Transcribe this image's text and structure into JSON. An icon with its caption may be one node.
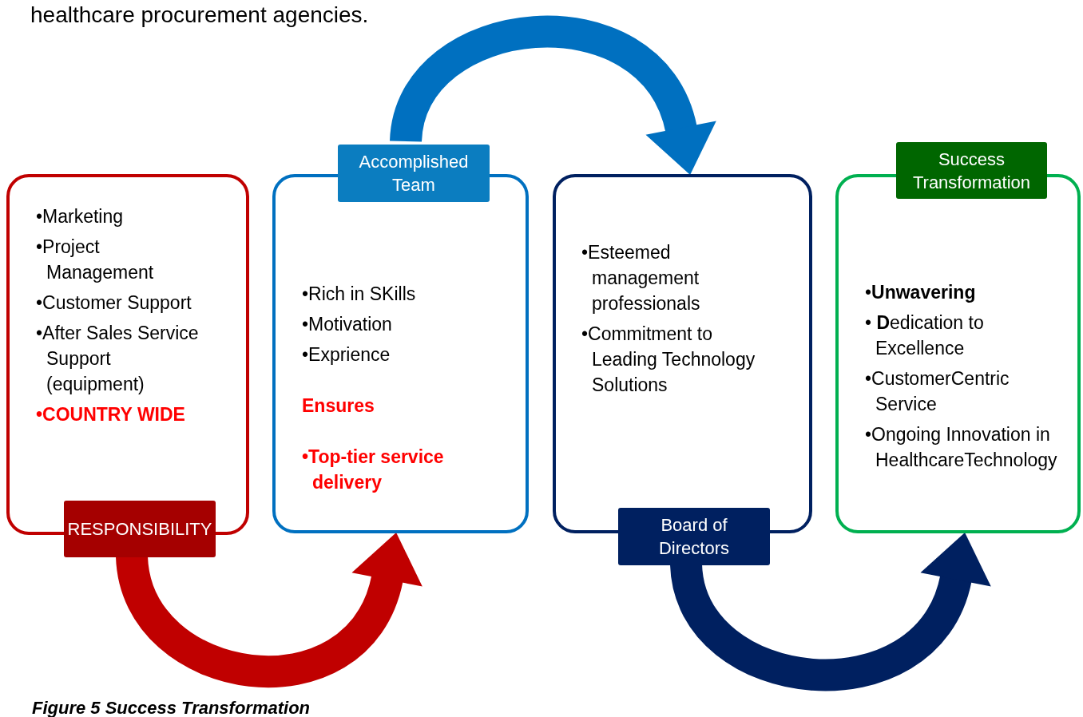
{
  "diagram": {
    "caption": "Figure 5 Success Transformation",
    "nodes": [
      {
        "text": [
          "•Marketing",
          "•Project Management",
          "•Customer Support",
          "•After Sales Service Support (equipment)",
          "•COUNTRY WIDE",
          "RESPONSIBILITY"
        ]
      },
      {
        "text": [
          "Accomplished Team",
          "•Rich in SKills",
          "•Motivation",
          "•Exprience",
          "Ensures",
          "•Top-tier service delivery"
        ]
      },
      {
        "text": [
          "•Esteemed management professionals",
          "•Commitment to Leading Technology Solutions",
          "Board of Directors"
        ]
      },
      {
        "text": [
          "Success Transformation",
          "•**Unwavering**",
          "• **D**edication to Excellence",
          "•CustomerCentric Service",
          "•Ongoing Innovation in HealthcareTechnology"
        ]
      }
    ],
    "edges": [
      {
        "from": 0,
        "to": 1,
        "arrow": "to",
        "color": "#c00000"
      },
      {
        "from": 1,
        "to": 2,
        "arrow": "to",
        "color": "#0070c0"
      },
      {
        "from": 2,
        "to": 3,
        "arrow": "to",
        "color": "#002060"
      }
    ],
    "labels": [
      "healthcare procurement agencies."
    ]
  }
}
